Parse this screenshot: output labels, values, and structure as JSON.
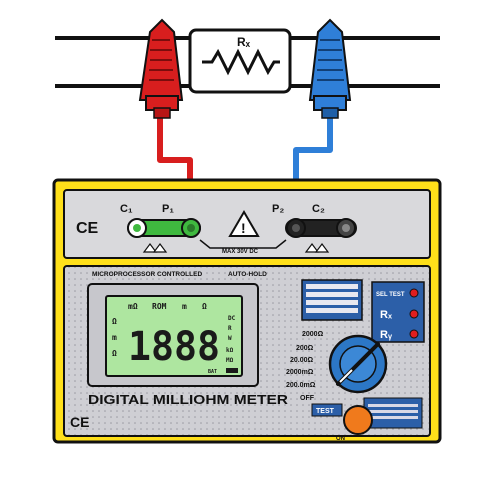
{
  "diagram": {
    "resistor_label": "Rₓ",
    "terminals": {
      "c1": "C₁",
      "p1": "P₁",
      "p2": "P₂",
      "c2": "C₂"
    },
    "panel_labels": {
      "ce_top": "CE",
      "ce_bottom": "CE",
      "warning": "!",
      "max_volts": "MAX 30V DC"
    },
    "meter": {
      "header_left": "MICROPROCESSOR CONTROLLED",
      "header_right": "AUTO-HOLD",
      "display_reading": "1888",
      "display_top": [
        "mΩ",
        "ROM",
        "m",
        "Ω"
      ],
      "display_left": [
        "Ω",
        "m",
        "Ω"
      ],
      "display_right": [
        "DC",
        "R",
        "W",
        "kΩ",
        "MΩ"
      ],
      "battery": "BAT",
      "title": "DIGITAL MILLIOHM METER",
      "test_button": "TEST",
      "off_label": "OFF",
      "on_label": "ON"
    },
    "ranges": [
      "2000Ω",
      "200Ω",
      "20.00Ω",
      "2000mΩ",
      "200.0mΩ",
      "OFF"
    ],
    "indicators": [
      "SEL TEST",
      "Rₓ",
      "Rᵧ"
    ],
    "colors": {
      "red_clip": "#d81e1e",
      "blue_clip": "#2f7fd8",
      "green_terminal": "#3fb93f",
      "black_terminal": "#222222",
      "case_yellow": "#ffe01a",
      "panel_grey": "#d9d9dc",
      "lcd_green": "#aee6a0",
      "knob_blue": "#2c77c6",
      "button_orange": "#f07a1c",
      "led_red": "#e01e1e"
    }
  }
}
